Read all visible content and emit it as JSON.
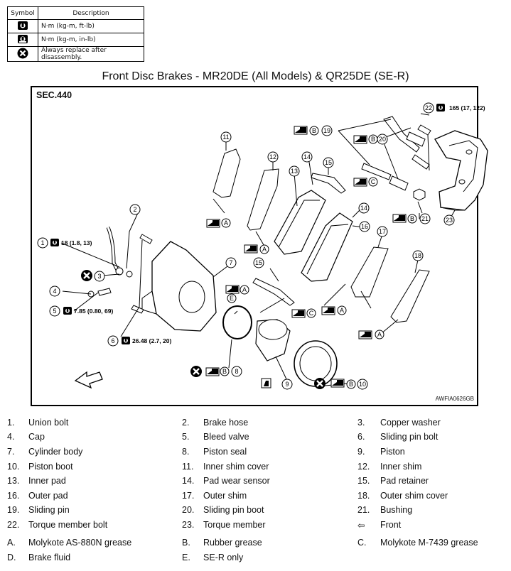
{
  "symbol_table": {
    "header_symbol": "Symbol",
    "header_description": "Description",
    "rows": [
      {
        "icon": "torque-wrench-icon",
        "description": "N·m (kg-m, ft-lb)"
      },
      {
        "icon": "torque-wrench-small-icon",
        "description": "N·m (kg-m, in-lb)"
      },
      {
        "icon": "replace-x-icon",
        "description": "Always replace after disassembly."
      }
    ]
  },
  "title": "Front Disc Brakes - MR20DE (All Models) & QR25DE (SE-R)",
  "diagram": {
    "section": "SEC.440",
    "code": "AWFIA0626GB",
    "torque_labels": {
      "t22": "165 (17, 122)",
      "t1": "18 (1.8, 13)",
      "t5": "7.85 (0.80, 69)",
      "t6": "26.48 (2.7, 20)"
    },
    "callouts": [
      "1",
      "2",
      "3",
      "4",
      "5",
      "6",
      "7",
      "8",
      "9",
      "10",
      "11",
      "12",
      "13",
      "14",
      "15",
      "16",
      "17",
      "18",
      "19",
      "20",
      "21",
      "22",
      "23",
      "14",
      "15"
    ],
    "grease_letters": [
      "A",
      "B",
      "C",
      "D",
      "E"
    ]
  },
  "legend": [
    [
      {
        "n": "1.",
        "t": "Union bolt"
      },
      {
        "n": "2.",
        "t": "Brake hose"
      },
      {
        "n": "3.",
        "t": "Copper washer"
      }
    ],
    [
      {
        "n": "4.",
        "t": "Cap"
      },
      {
        "n": "5.",
        "t": "Bleed valve"
      },
      {
        "n": "6.",
        "t": "Sliding pin bolt"
      }
    ],
    [
      {
        "n": "7.",
        "t": "Cylinder body"
      },
      {
        "n": "8.",
        "t": "Piston seal"
      },
      {
        "n": "9.",
        "t": "Piston"
      }
    ],
    [
      {
        "n": "10.",
        "t": "Piston boot"
      },
      {
        "n": "11.",
        "t": "Inner shim cover"
      },
      {
        "n": "12.",
        "t": "Inner shim"
      }
    ],
    [
      {
        "n": "13.",
        "t": "Inner pad"
      },
      {
        "n": "14.",
        "t": "Pad wear sensor"
      },
      {
        "n": "15.",
        "t": "Pad retainer"
      }
    ],
    [
      {
        "n": "16.",
        "t": "Outer pad"
      },
      {
        "n": "17.",
        "t": "Outer shim"
      },
      {
        "n": "18.",
        "t": "Outer shim cover"
      }
    ],
    [
      {
        "n": "19.",
        "t": "Sliding pin"
      },
      {
        "n": "20.",
        "t": "Sliding pin boot"
      },
      {
        "n": "21.",
        "t": "Bushing"
      }
    ],
    [
      {
        "n": "22.",
        "t": "Torque member bolt"
      },
      {
        "n": "23.",
        "t": "Torque member"
      },
      {
        "n": "⇦",
        "t": "Front"
      }
    ],
    [
      {
        "n": "A.",
        "t": "Molykote AS-880N grease"
      },
      {
        "n": "B.",
        "t": "Rubber grease"
      },
      {
        "n": "C.",
        "t": "Molykote M-7439 grease"
      }
    ],
    [
      {
        "n": "D.",
        "t": "Brake fluid"
      },
      {
        "n": "E.",
        "t": "SE-R only"
      }
    ]
  ]
}
